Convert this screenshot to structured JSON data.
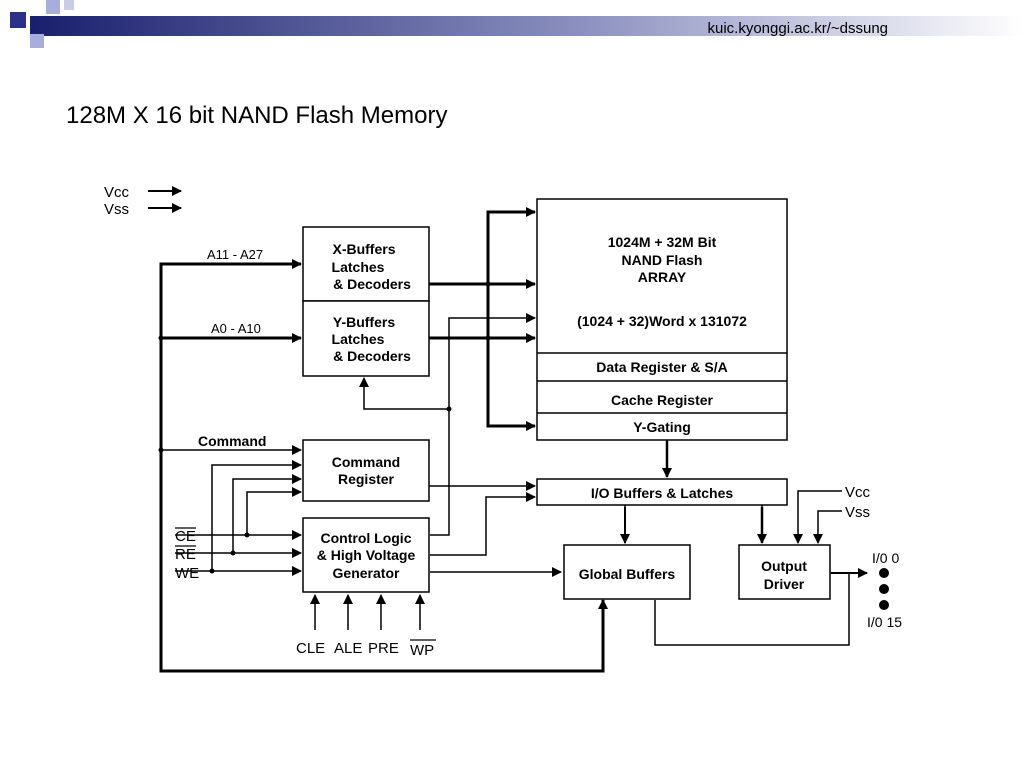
{
  "header": {
    "url": "kuic.kyonggi.ac.kr/~dssung"
  },
  "slide": {
    "title": "128M X 16 bit NAND Flash Memory"
  },
  "colors": {
    "bar_dark": "#1a1f6e",
    "bar_light": "#ffffff",
    "square_blue": "#2b318a",
    "square_light": "#a8aedb"
  },
  "diagram": {
    "power": {
      "vcc": "Vcc",
      "vss": "Vss"
    },
    "signals": {
      "addr_high": "A11 - A27",
      "addr_low": "A0 - A10",
      "command": "Command",
      "ce": "CE",
      "re": "RE",
      "we": "WE",
      "cle": "CLE",
      "ale": "ALE",
      "pre": "PRE",
      "wp": "WP"
    },
    "blocks": {
      "x_buffers": [
        "X-Buffers",
        "Latches",
        "& Decoders"
      ],
      "y_buffers": [
        "Y-Buffers",
        "Latches",
        "& Decoders"
      ],
      "command_register": [
        "Command",
        "Register"
      ],
      "control_logic": [
        "Control Logic",
        "& High Voltage",
        "Generator"
      ],
      "array": [
        "1024M + 32M Bit",
        "NAND Flash",
        "ARRAY"
      ],
      "array_org": "(1024 + 32)Word x 131072",
      "data_register": "Data Register & S/A",
      "cache_register": "Cache Register",
      "y_gating": "Y-Gating",
      "io_buffers": "I/O Buffers & Latches",
      "global_buffers": "Global Buffers",
      "output_driver": [
        "Output",
        "Driver"
      ]
    },
    "io": {
      "first": "I/0 0",
      "last": "I/0 15",
      "vcc": "Vcc",
      "vss": "Vss"
    }
  }
}
